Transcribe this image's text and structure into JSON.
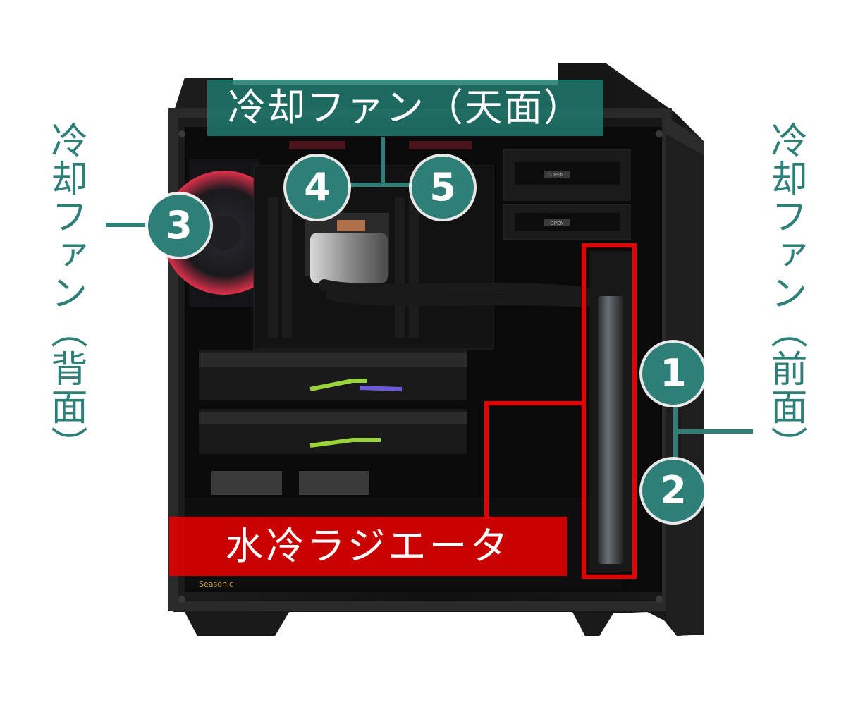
{
  "labels": {
    "top": "冷却ファン（天面）",
    "back": "冷却ファン（背面）",
    "front": "冷却ファン（前面）",
    "radiator": "水冷ラジエータ",
    "brand": "Seasonic"
  },
  "badges": [
    "1",
    "2",
    "3",
    "4",
    "5"
  ],
  "colors": {
    "accent": "#2e7f78",
    "radiator_highlight": "#e60000",
    "case": "#141414"
  },
  "photo_parts": [
    "pc-case",
    "front-panel",
    "optical-drive-bays",
    "top-fans",
    "rear-fan",
    "motherboard",
    "cpu-water-block",
    "memory-modules",
    "water-tubes",
    "graphics-card-upper",
    "graphics-card-lower",
    "radiator",
    "power-supply",
    "storage-drives",
    "case-feet"
  ],
  "drive_bays": [
    "OPEN",
    "OPEN"
  ]
}
